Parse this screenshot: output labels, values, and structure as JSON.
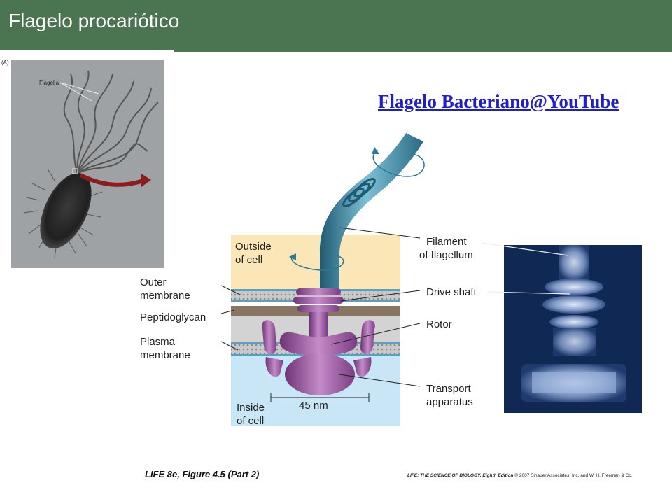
{
  "slide": {
    "title": "Flagelo procariótico",
    "link_text": "Flagelo Bacteriano@YouTube "
  },
  "micrograph": {
    "panel_letter": "(A)",
    "label": "Flagella"
  },
  "diagram": {
    "labels": {
      "outside_1": "Outside",
      "outside_2": "of cell",
      "outer_membrane_1": "Outer",
      "outer_membrane_2": "membrane",
      "peptidoglycan": "Peptidoglycan",
      "plasma_membrane_1": "Plasma",
      "plasma_membrane_2": "membrane",
      "inside_1": "Inside",
      "inside_2": "of cell",
      "scale": "45 nm",
      "filament_1": "Filament",
      "filament_2": "of flagellum",
      "drive_shaft": "Drive shaft",
      "rotor": "Rotor",
      "transport_1": "Transport",
      "transport_2": "apparatus"
    }
  },
  "footer": {
    "caption_title": "LIFE 8e",
    "caption_rest": ", Figure 4.5 (Part 2)",
    "credit_title": "LIFE: THE SCIENCE OF BIOLOGY, Eighth Edition",
    "credit_rest": " © 2007 Sinauer Associates, Inc. and W. H. Freeman & Co."
  },
  "colors": {
    "title_bar": "#4a7550",
    "link": "#1f1fc8",
    "filament": "#3f8aa3",
    "motor": "#9a5aa0",
    "outside": "#fbe6b8",
    "inside": "#c8e6f5",
    "peptidoglycan": "#8a7560"
  }
}
